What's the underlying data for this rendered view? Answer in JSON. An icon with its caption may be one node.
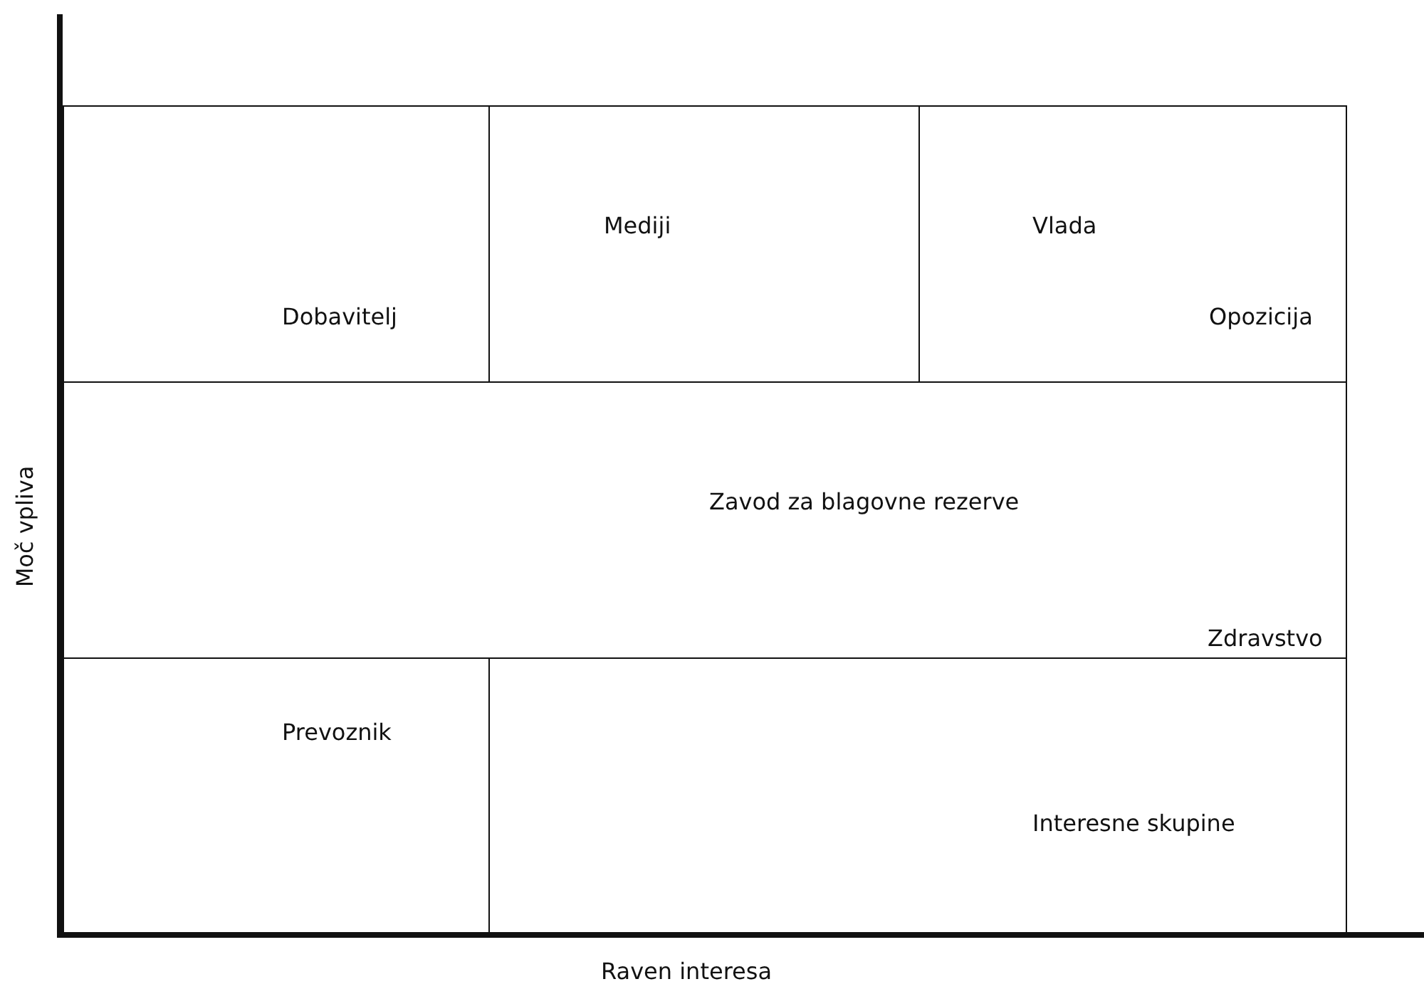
{
  "diagram": {
    "nodes": [
      {
        "text": [
          "Dobavitelj"
        ]
      },
      {
        "text": [
          "Mediji"
        ]
      },
      {
        "text": [
          "Vlada",
          "Opozicija"
        ]
      },
      {
        "text": [
          "Zavod za blagovne rezerve",
          "Zdravstvo"
        ]
      },
      {
        "text": [
          "Prevoznik"
        ]
      },
      {
        "text": [
          "Interesne skupine"
        ]
      }
    ],
    "labels": [
      "Moč vpliva",
      "Raven interesa"
    ]
  }
}
